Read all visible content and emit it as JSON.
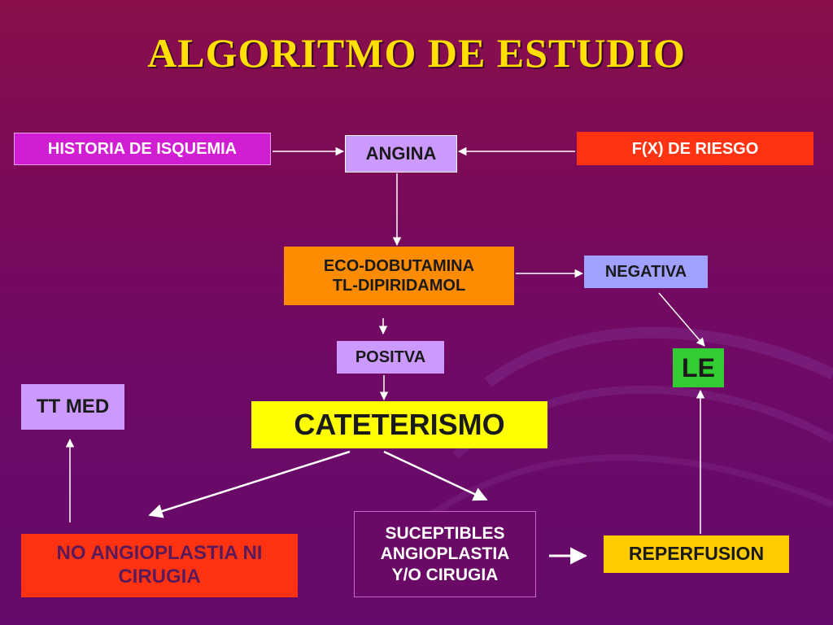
{
  "title": "ALGORITMO DE ESTUDIO",
  "nodes": {
    "historia": "HISTORIA DE ISQUEMIA",
    "angina": "ANGINA",
    "fx_riesgo": "F(X) DE RIESGO",
    "eco_line1": "ECO-DOBUTAMINA",
    "eco_line2": "TL-DIPIRIDAMOL",
    "negativa": "NEGATIVA",
    "positva": "POSITVA",
    "le": "LE",
    "tt_med": "TT MED",
    "cateterismo": "CATETERISMO",
    "no_angio_line1": "NO ANGIOPLASTIA NI",
    "no_angio_line2": "CIRUGIA",
    "suceptibles_line1": "SUCEPTIBLES",
    "suceptibles_line2": "ANGIOPLASTIA",
    "suceptibles_line3": "Y/O CIRUGIA",
    "reperfusion": "REPERFUSION"
  },
  "colors": {
    "title": "#ffe000",
    "magenta_box": "#d21ed2",
    "lavender_box": "#cc99ff",
    "orange_box": "#ff8c00",
    "red_box": "#ff3311",
    "green_box": "#33cc33",
    "yellow_box": "#ffff00",
    "blue_box": "#a0a0ff",
    "arrow": "#ffffff"
  }
}
